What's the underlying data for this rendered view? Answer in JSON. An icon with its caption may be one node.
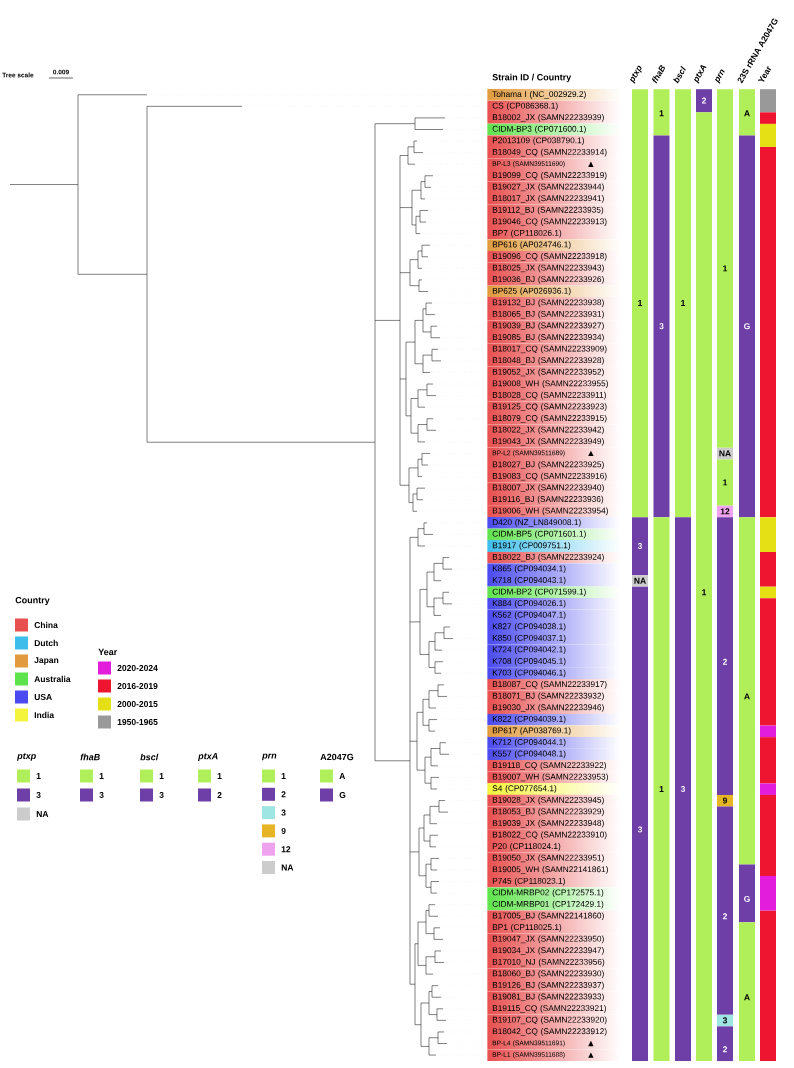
{
  "diagram": {
    "nodes": [
      {
        "text": [
          "Tohama I (NC_002929.2)"
        ]
      },
      {
        "text": [
          "CS (CP086368.1)"
        ]
      },
      {
        "text": [
          "B18002_JX (SAMN22233939)"
        ]
      },
      {
        "text": [
          "CIDM-BP3 (CP071600.1)"
        ]
      },
      {
        "text": [
          "P2013109 (CP038790.1)"
        ]
      },
      {
        "text": [
          "B18049_CQ (SAMN22233914)"
        ]
      },
      {
        "text": [
          "BP-L3 (SAMN39511690)"
        ],
        "beside": [
          "▲"
        ]
      },
      {
        "text": [
          "B19099_CQ (SAMN22233919)"
        ]
      },
      {
        "text": [
          "B19027_JX (SAMN22233944)"
        ]
      },
      {
        "text": [
          "B18017_JX (SAMN22233941)"
        ]
      },
      {
        "text": [
          "B19112_BJ (SAMN22233935)"
        ]
      },
      {
        "text": [
          "B19046_CQ (SAMN22233913)"
        ]
      },
      {
        "text": [
          "BP7 (CP118026.1)"
        ]
      },
      {
        "text": [
          "BP616 (AP024746.1)"
        ]
      },
      {
        "text": [
          "B19096_CQ (SAMN22233918)"
        ]
      },
      {
        "text": [
          "B18025_JX (SAMN22233943)"
        ]
      },
      {
        "text": [
          "B19036_BJ (SAMN22233926)"
        ]
      },
      {
        "text": [
          "BP625 (AP026936.1)"
        ]
      },
      {
        "text": [
          "B19132_BJ (SAMN22233938)"
        ]
      },
      {
        "text": [
          "B18065_BJ (SAMN22233931)"
        ]
      },
      {
        "text": [
          "B19039_BJ (SAMN22233927)"
        ]
      },
      {
        "text": [
          "B19085_BJ (SAMN22233934)"
        ]
      },
      {
        "text": [
          "B18017_CQ (SAMN22233909)"
        ]
      },
      {
        "text": [
          "B18048_BJ (SAMN22233928)"
        ]
      },
      {
        "text": [
          "B19052_JX (SAMN22233952)"
        ]
      },
      {
        "text": [
          "B19008_WH (SAMN22233955)"
        ]
      },
      {
        "text": [
          "B18028_CQ (SAMN22233911)"
        ]
      },
      {
        "text": [
          "B19125_CQ (SAMN22233923)"
        ]
      },
      {
        "text": [
          "B18079_CQ (SAMN22233915)"
        ]
      },
      {
        "text": [
          "B18022_JX (SAMN22233942)"
        ]
      },
      {
        "text": [
          "B19043_JX (SAMN22233949)"
        ]
      },
      {
        "text": [
          "BP-L2 (SAMN39511689)"
        ],
        "beside": [
          "▲"
        ]
      },
      {
        "text": [
          "B18027_BJ (SAMN22233925)"
        ]
      },
      {
        "text": [
          "B19083_CQ (SAMN22233916)"
        ]
      },
      {
        "text": [
          "B18007_JX (SAMN22233940)"
        ]
      },
      {
        "text": [
          "B19116_BJ (SAMN22233936)"
        ]
      },
      {
        "text": [
          "B19006_WH (SAMN22233954)"
        ]
      },
      {
        "text": [
          "D420 (NZ_LN849008.1)"
        ]
      },
      {
        "text": [
          "CIDM-BP5 (CP071601.1)"
        ]
      },
      {
        "text": [
          "B1917 (CP009751.1)"
        ]
      },
      {
        "text": [
          "B18022_BJ (SAMN22233924)"
        ]
      },
      {
        "text": [
          "K865 (CP094034.1)"
        ]
      },
      {
        "text": [
          "K718 (CP094043.1)"
        ]
      },
      {
        "text": [
          "CIDM-BP2 (CP071599.1)"
        ]
      },
      {
        "text": [
          "K884 (CP094026.1)"
        ]
      },
      {
        "text": [
          "K562 (CP094047.1)"
        ]
      },
      {
        "text": [
          "K827 (CP094038.1)"
        ]
      },
      {
        "text": [
          "K850 (CP094037.1)"
        ]
      },
      {
        "text": [
          "K724 (CP094042.1)"
        ]
      },
      {
        "text": [
          "K708 (CP094045.1)"
        ]
      },
      {
        "text": [
          "K703 (CP094046.1)"
        ]
      },
      {
        "text": [
          "B18087_CQ (SAMN22233917)"
        ]
      },
      {
        "text": [
          "B18071_BJ (SAMN22233932)"
        ]
      },
      {
        "text": [
          "B19030_JX (SAMN22233946)"
        ]
      },
      {
        "text": [
          "K822 (CP094039.1)"
        ]
      },
      {
        "text": [
          "BP617 (AP038769.1)"
        ]
      },
      {
        "text": [
          "K712 (CP094044.1)"
        ]
      },
      {
        "text": [
          "K557 (CP094048.1)"
        ]
      },
      {
        "text": [
          "B19118_CQ (SAMN22233922)"
        ]
      },
      {
        "text": [
          "B19007_WH (SAMN22233953)"
        ]
      },
      {
        "text": [
          "S4 (CP077654.1)"
        ]
      },
      {
        "text": [
          "B19028_JX (SAMN22233945)"
        ]
      },
      {
        "text": [
          "B18053_BJ (SAMN22233929)"
        ]
      },
      {
        "text": [
          "B19039_JX (SAMN22233948)"
        ]
      },
      {
        "text": [
          "B18022_CQ (SAMN22233910)"
        ]
      },
      {
        "text": [
          "P20 (CP118024.1)"
        ]
      },
      {
        "text": [
          "B19050_JX (SAMN22233951)"
        ]
      },
      {
        "text": [
          "B19005_WH (SAMN22141861)"
        ]
      },
      {
        "text": [
          "P745 (CP118023.1)"
        ]
      },
      {
        "text": [
          "CIDM-MRBP02 (CP172575.1)"
        ]
      },
      {
        "text": [
          "CIDM-MRBP01 (CP172429.1)"
        ]
      },
      {
        "text": [
          "B17005_BJ (SAMN22141860)"
        ]
      },
      {
        "text": [
          "BP1 (CP118025.1)"
        ]
      },
      {
        "text": [
          "B19047_JX (SAMN22233950)"
        ]
      },
      {
        "text": [
          "B19034_JX (SAMN22233947)"
        ]
      },
      {
        "text": [
          "B17010_NJ (SAMN22233956)"
        ]
      },
      {
        "text": [
          "B18060_BJ (SAMN22233930)"
        ]
      },
      {
        "text": [
          "B19126_BJ (SAMN22233937)"
        ]
      },
      {
        "text": [
          "B19081_BJ (SAMN22233933)"
        ]
      },
      {
        "text": [
          "B19115_CQ (SAMN22233921)"
        ]
      },
      {
        "text": [
          "B19107_CQ (SAMN22233920)"
        ]
      },
      {
        "text": [
          "B18042_CQ (SAMN22233912)"
        ]
      },
      {
        "text": [
          "BP-L4 (SAMN39511691)"
        ],
        "beside": [
          "▲"
        ]
      },
      {
        "text": [
          "BP-L1 (SAMN39511688)"
        ],
        "beside": [
          "▲"
        ]
      },
      {
        "text": [
          "1"
        ]
      },
      {
        "text": [
          "3"
        ]
      },
      {
        "text": [
          "NA"
        ]
      },
      {
        "text": [
          "3"
        ]
      },
      {
        "text": [
          "1"
        ]
      },
      {
        "text": [
          "3"
        ]
      },
      {
        "text": [
          "1"
        ]
      },
      {
        "text": [
          "1"
        ]
      },
      {
        "text": [
          "3"
        ]
      },
      {
        "text": [
          "2"
        ]
      },
      {
        "text": [
          "1"
        ]
      },
      {
        "text": [
          "1"
        ]
      },
      {
        "text": [
          "NA"
        ]
      },
      {
        "text": [
          "1"
        ]
      },
      {
        "text": [
          "12"
        ]
      },
      {
        "text": [
          "2"
        ]
      },
      {
        "text": [
          "9"
        ]
      },
      {
        "text": [
          "2"
        ]
      },
      {
        "text": [
          "3"
        ]
      },
      {
        "text": [
          "2"
        ]
      },
      {
        "text": [
          "A"
        ]
      },
      {
        "text": [
          "G"
        ]
      },
      {
        "text": [
          "A"
        ]
      },
      {
        "text": [
          "G"
        ]
      },
      {
        "text": [
          "A"
        ]
      },
      {
        "text": [],
        "shape": "bar"
      },
      {
        "text": [],
        "shape": "bar"
      },
      {
        "text": [],
        "shape": "bar"
      },
      {
        "text": [],
        "shape": "bar"
      },
      {
        "text": [],
        "shape": "bar"
      },
      {
        "text": [],
        "shape": "bar"
      },
      {
        "text": [],
        "shape": "bar"
      },
      {
        "text": [],
        "shape": "bar"
      },
      {
        "text": [],
        "shape": "bar"
      },
      {
        "text": [],
        "shape": "bar"
      },
      {
        "text": [],
        "shape": "bar"
      },
      {
        "text": [],
        "shape": "bar"
      },
      {
        "text": [],
        "shape": "bar"
      },
      {
        "text": [],
        "shape": "bar"
      }
    ],
    "labels": [
      "Tree scale",
      "0.009",
      "Strain ID / Country",
      "ptxp",
      "fhaB",
      "bscl",
      "ptxA",
      "prn",
      "23S rRNA A2047G",
      "Year",
      "Country",
      "Year",
      "ptxp",
      "fhaB",
      "bscl",
      "ptxA",
      "prn",
      "A2047G"
    ],
    "legend": [
      {
        "text": "China",
        "color": "#e84f4f"
      },
      {
        "text": "Dutch",
        "color": "#3dbdea"
      },
      {
        "text": "Japan",
        "color": "#e19a3d"
      },
      {
        "text": "Australia",
        "color": "#5fe34c"
      },
      {
        "text": "USA",
        "color": "#4a4af0"
      },
      {
        "text": "India",
        "color": "#f4f43c"
      },
      {
        "text": "2020-2024",
        "color": "#e21ddb"
      },
      {
        "text": "2016-2019",
        "color": "#ee1531"
      },
      {
        "text": "2000-2015",
        "color": "#e5e015"
      },
      {
        "text": "1950-1965",
        "color": "#999999"
      },
      {
        "text": "1",
        "color": "#b1ef5a"
      },
      {
        "text": "3",
        "color": "#6e3fa7"
      },
      {
        "text": "NA",
        "color": "#cccccc"
      },
      {
        "text": "1",
        "color": "#b1ef5a"
      },
      {
        "text": "3",
        "color": "#6e3fa7"
      },
      {
        "text": "1",
        "color": "#b1ef5a"
      },
      {
        "text": "3",
        "color": "#6e3fa7"
      },
      {
        "text": "1",
        "color": "#b1ef5a"
      },
      {
        "text": "2",
        "color": "#6e3fa7"
      },
      {
        "text": "1",
        "color": "#b1ef5a"
      },
      {
        "text": "2",
        "color": "#6e3fa7"
      },
      {
        "text": "3",
        "color": "#9ee6e4"
      },
      {
        "text": "9",
        "color": "#e5b526"
      },
      {
        "text": "12",
        "color": "#efa2ed"
      },
      {
        "text": "NA",
        "color": "#cccccc"
      },
      {
        "text": "A",
        "color": "#b1ef5a"
      },
      {
        "text": "G",
        "color": "#6e3fa7"
      }
    ]
  }
}
